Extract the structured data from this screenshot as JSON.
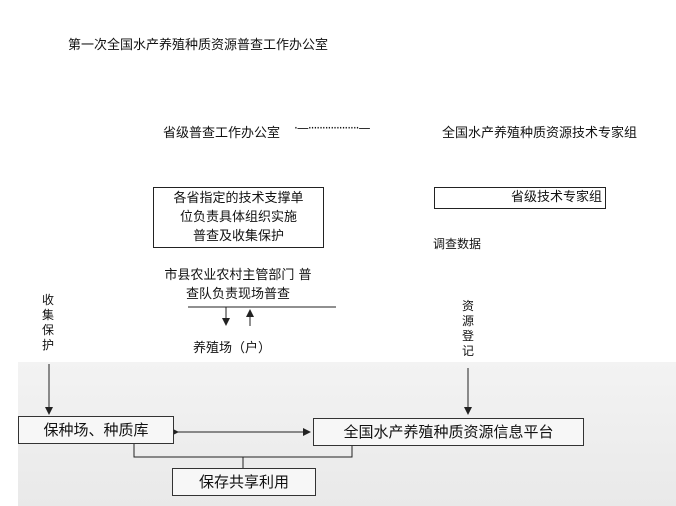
{
  "header": {
    "title": "第一次全国水产养殖种质资源普查工作办公室"
  },
  "top": {
    "province_office": "省级普查工作办公室",
    "connector": "·—··················—",
    "national_expert_group": "全国水产养殖种质资源技术专家组"
  },
  "boxes": {
    "support_unit": [
      "各省指定的技术支撑单",
      "位负责具体组织实施",
      "普查及收集保护"
    ],
    "provincial_experts": "省级技术专家组",
    "county_dept": [
      "市县农业农村主管部门 普",
      "查队负责现场普查"
    ],
    "farm": "养殖场（户）",
    "survey_data": "调查数据",
    "collect_protect": "收集保护",
    "resource_register": "资源登记",
    "breeding_farm": "保种场、种质库",
    "info_platform": "全国水产养殖种质资源信息平台",
    "share_use": "保存共享利用"
  }
}
